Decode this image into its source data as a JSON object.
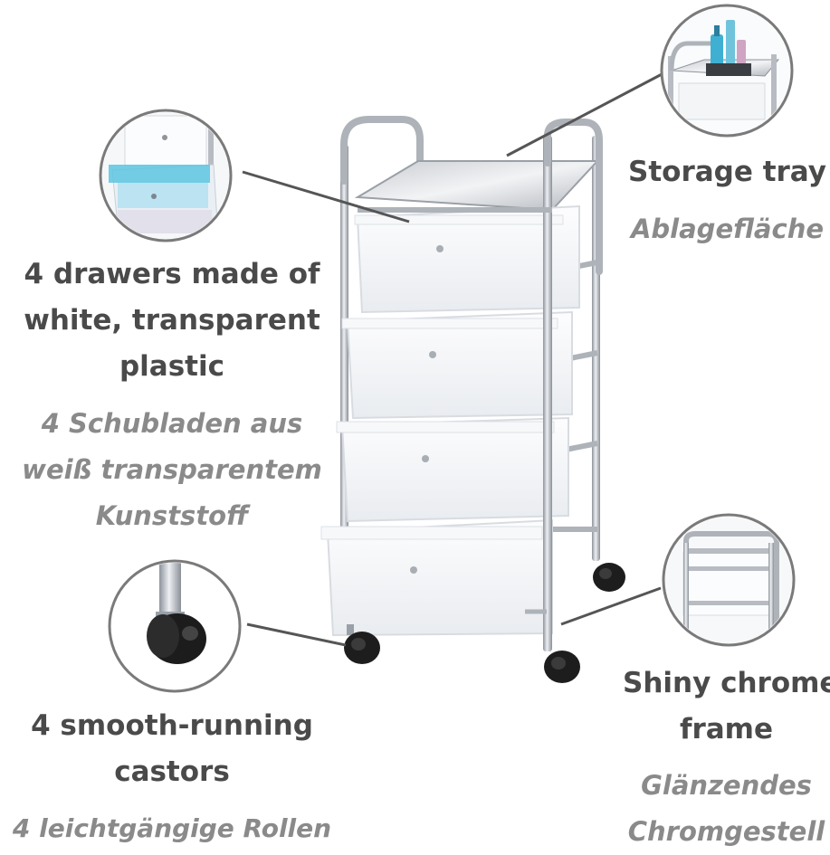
{
  "callouts": {
    "drawers": {
      "icon": "drawer-closeup-icon",
      "title_lines": [
        "4 drawers made of",
        "white, transparent",
        "plastic"
      ],
      "subtitle_lines": [
        "4 Schubladen aus",
        "weiß transparentem",
        "Kunststoff"
      ]
    },
    "tray": {
      "icon": "storage-tray-closeup-icon",
      "title_lines": [
        "Storage tray"
      ],
      "subtitle_lines": [
        "Ablagefläche"
      ]
    },
    "castors": {
      "icon": "castor-wheel-icon",
      "title_lines": [
        "4 smooth-running",
        "castors"
      ],
      "subtitle_lines": [
        "4 leichtgängige Rollen"
      ]
    },
    "frame": {
      "icon": "chrome-frame-closeup-icon",
      "title_lines": [
        "Shiny chrome",
        "frame"
      ],
      "subtitle_lines": [
        "Glänzendes",
        "Chromgestell"
      ]
    }
  },
  "colors": {
    "title_text": "#4a4a4a",
    "subtitle_text": "#8a8a8a",
    "callout_line": "#555555",
    "circle_border": "#7a7a7a",
    "chrome": "#b8bcc2",
    "drawer": "#f4f6f8",
    "tray_blue": "#5cc6e0"
  }
}
